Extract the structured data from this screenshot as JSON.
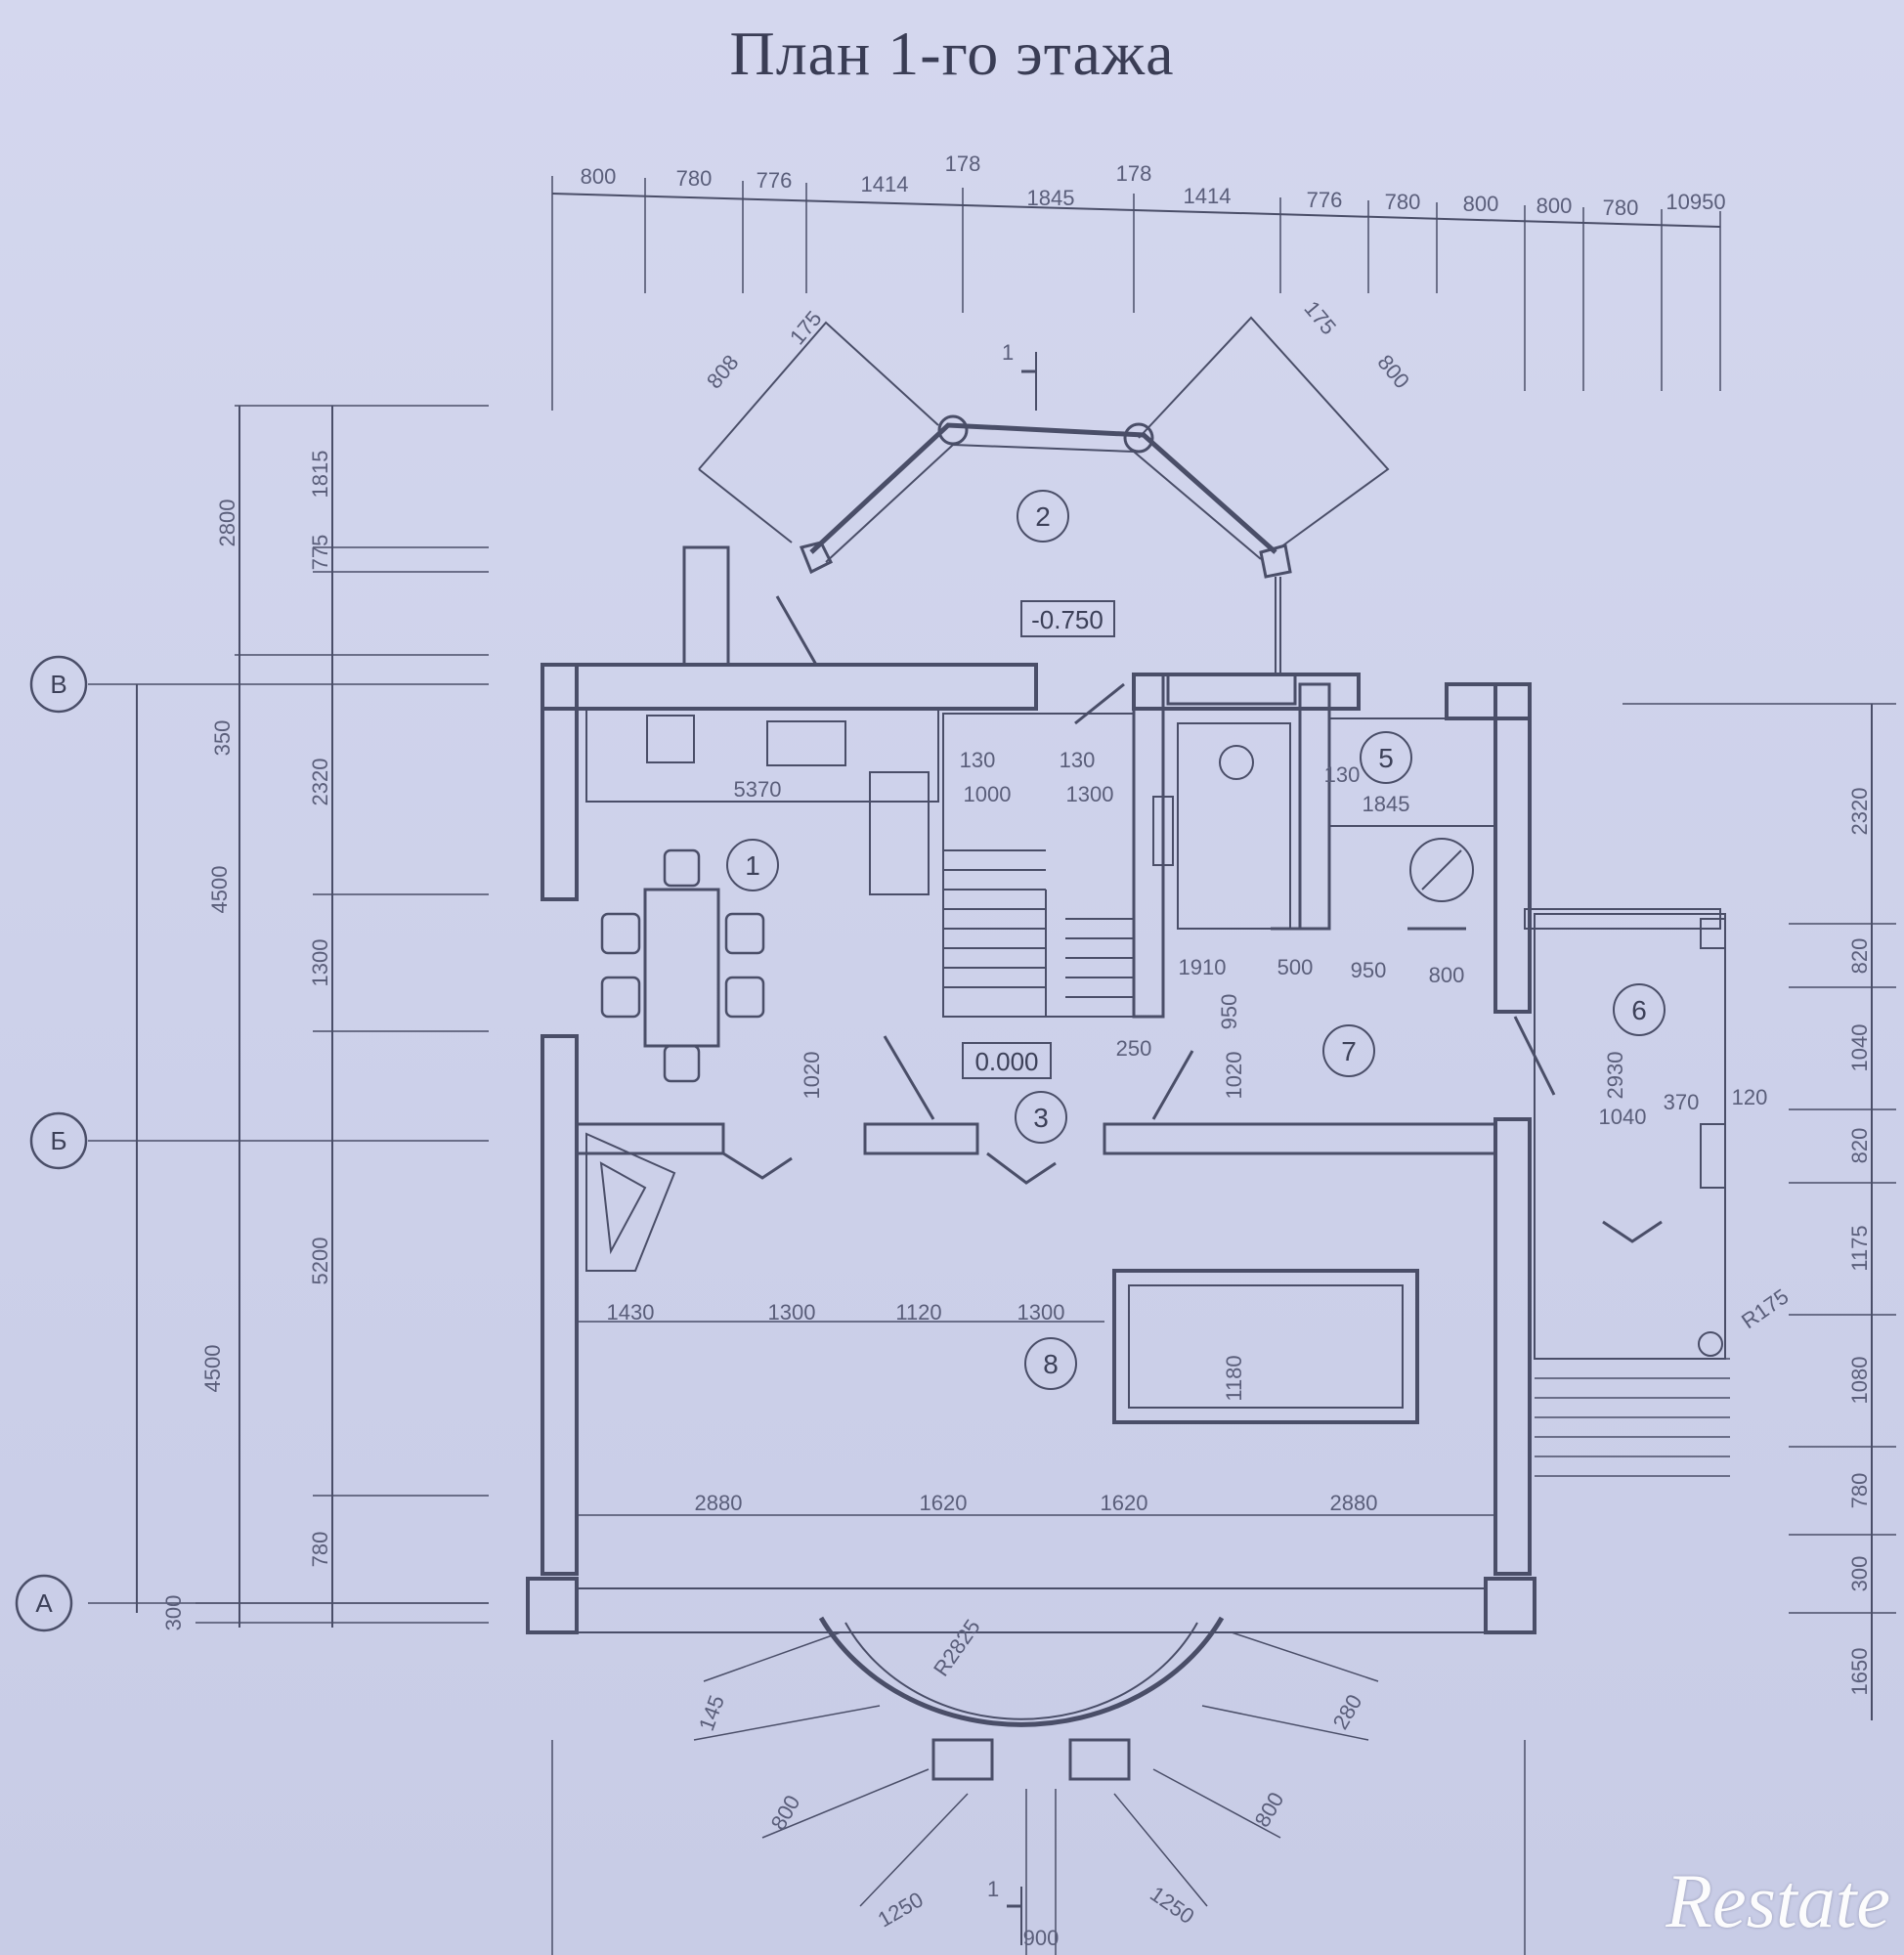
{
  "title": "План 1-го этажа",
  "watermark": "Restate",
  "axes": [
    "В",
    "Б",
    "А"
  ],
  "rooms": [
    "1",
    "2",
    "3",
    "5",
    "6",
    "7",
    "8"
  ],
  "levels": [
    "-0.750",
    "0.000"
  ],
  "dims": {
    "top": [
      "800",
      "780",
      "776",
      "1414",
      "178",
      "1845",
      "178",
      "1414",
      "776",
      "780",
      "800",
      "800",
      "780",
      "10950"
    ],
    "left_outer": [
      "2800",
      "4500",
      "4500",
      "300"
    ],
    "left_inner": [
      "1815",
      "775",
      "350",
      "2320",
      "1300",
      "5200",
      "780"
    ],
    "right": [
      "2320",
      "820",
      "1040",
      "820",
      "1175",
      "1080",
      "780",
      "300",
      "1650"
    ],
    "upper_interior": [
      "5370",
      "130",
      "1000",
      "130",
      "1300",
      "130",
      "1845",
      "1020",
      "1020",
      "250",
      "1910",
      "950",
      "500",
      "950",
      "800"
    ],
    "gallery": [
      "1430",
      "1300",
      "1120",
      "1300"
    ],
    "bottom_row": [
      "2880",
      "1620",
      "1620",
      "2880"
    ],
    "bay": [
      "R2825",
      "145",
      "800",
      "1250",
      "900",
      "1250",
      "800",
      "280"
    ],
    "misc": [
      "1180",
      "2930",
      "1040",
      "370",
      "120",
      "R175",
      "175",
      "175",
      "808",
      "800"
    ]
  },
  "section_marks": [
    "1",
    "1"
  ]
}
